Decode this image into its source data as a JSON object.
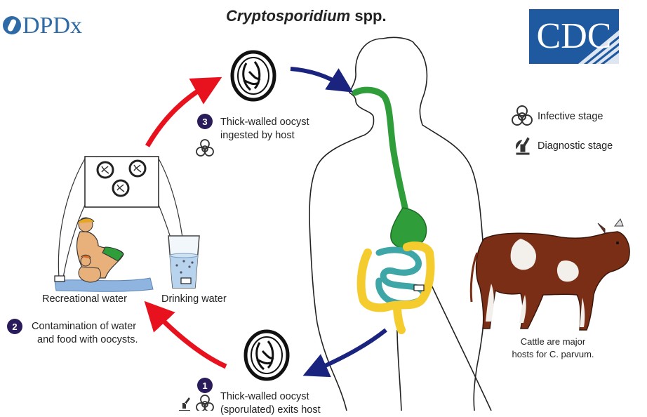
{
  "header": {
    "title_genus": "Cryptosporidium",
    "title_suffix": "spp.",
    "dpdx_logo": "DPDx",
    "cdc_logo": "CDC"
  },
  "legend": {
    "infective": "Infective stage",
    "diagnostic": "Diagnostic stage",
    "infective_icon": "biohazard-icon",
    "diagnostic_icon": "microscope-icon"
  },
  "stages": [
    {
      "number": "1",
      "line1": "Thick-walled oocyst",
      "line2": "(sporulated) exits host"
    },
    {
      "number": "2",
      "line1": "Contamination of water",
      "line2": "and food with oocysts."
    },
    {
      "number": "3",
      "line1": "Thick-walled oocyst",
      "line2": "ingested by host"
    }
  ],
  "sources": {
    "recreational": "Recreational water",
    "drinking": "Drinking water"
  },
  "cattle": {
    "line1": "Cattle are major",
    "line2": "hosts for C. parvum."
  },
  "colors": {
    "red_arrow": "#e8121e",
    "blue_arrow": "#1a237e",
    "digestive": "#2f9e3a",
    "intestine_yellow": "#f5cc2e",
    "intestine_teal": "#3fa6a8",
    "badge": "#2a1c5a",
    "dpdx_blue": "#2d6aa6",
    "cdc_blue": "#1f5aa0"
  }
}
